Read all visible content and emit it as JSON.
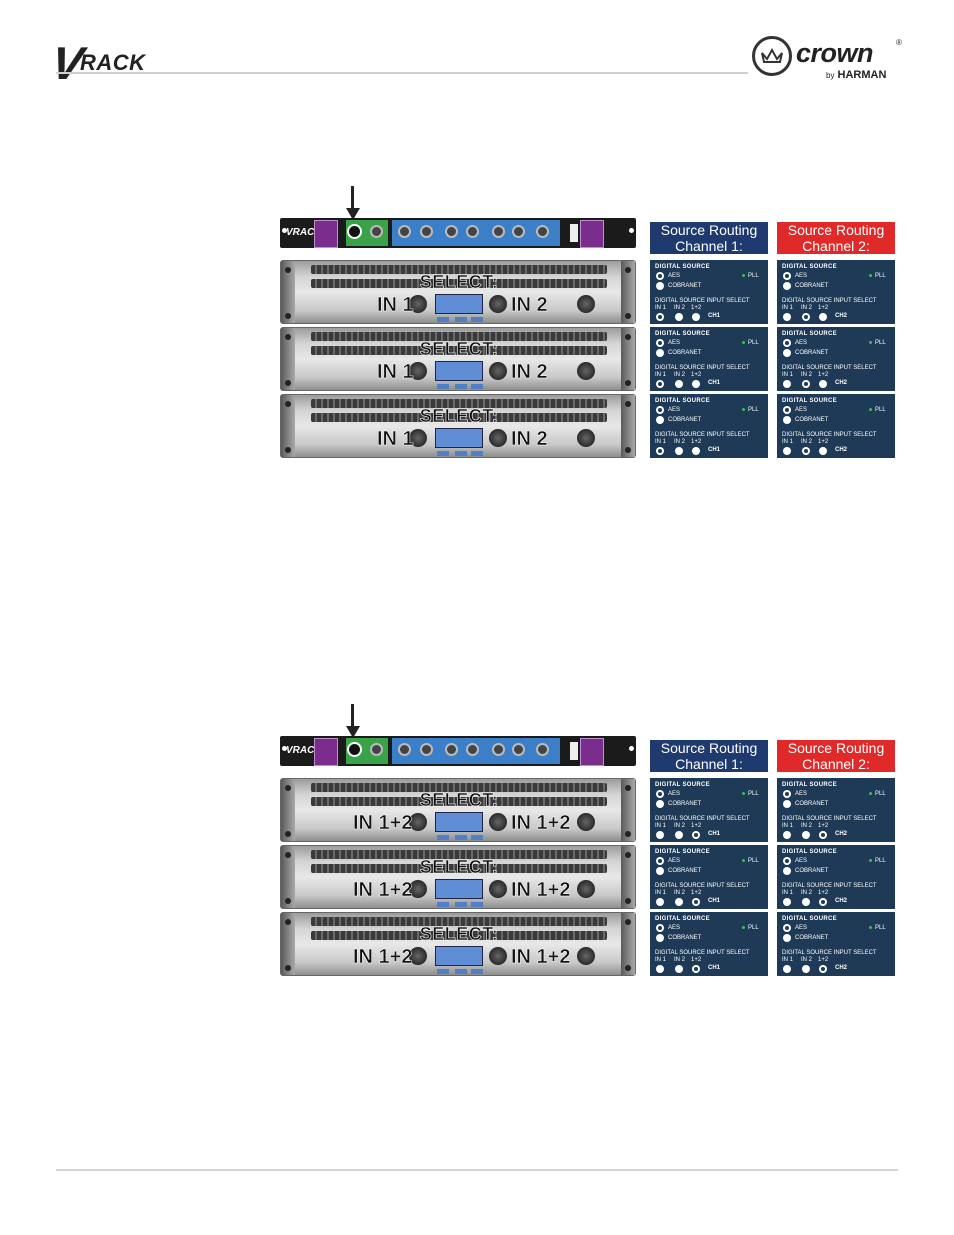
{
  "header": {
    "left_logo": {
      "v": "V",
      "rack": "RACK"
    },
    "right_logo": {
      "word": "crown",
      "reg": "®",
      "by": "by",
      "brand": "HARMAN"
    }
  },
  "figures": [
    {
      "select_label": "SELECT:",
      "left_input": "IN 1",
      "right_input": "IN 2",
      "routing_ch1": {
        "line1": "Source Routing",
        "line2": "Channel 1:"
      },
      "routing_ch2": {
        "line1": "Source Routing",
        "line2": "Channel 2:"
      },
      "amps": 3,
      "ch1_selected_input": "IN 1",
      "ch2_selected_input": "IN 2"
    },
    {
      "select_label": "SELECT:",
      "left_input": "IN 1+2",
      "right_input": "IN 1+2",
      "routing_ch1": {
        "line1": "Source Routing",
        "line2": "Channel 1:"
      },
      "routing_ch2": {
        "line1": "Source Routing",
        "line2": "Channel 2:"
      },
      "amps": 3,
      "ch1_selected_input": "1+2",
      "ch2_selected_input": "1+2"
    }
  ],
  "panel": {
    "title": "DIGITAL SOURCE",
    "aes": "AES",
    "cobranet": "COBRANET",
    "pll": "PLL",
    "input_select": "DIGITAL SOURCE INPUT SELECT",
    "options": [
      "IN 1",
      "IN 2",
      "1+2"
    ],
    "ch1": "CH1",
    "ch2": "CH2"
  }
}
